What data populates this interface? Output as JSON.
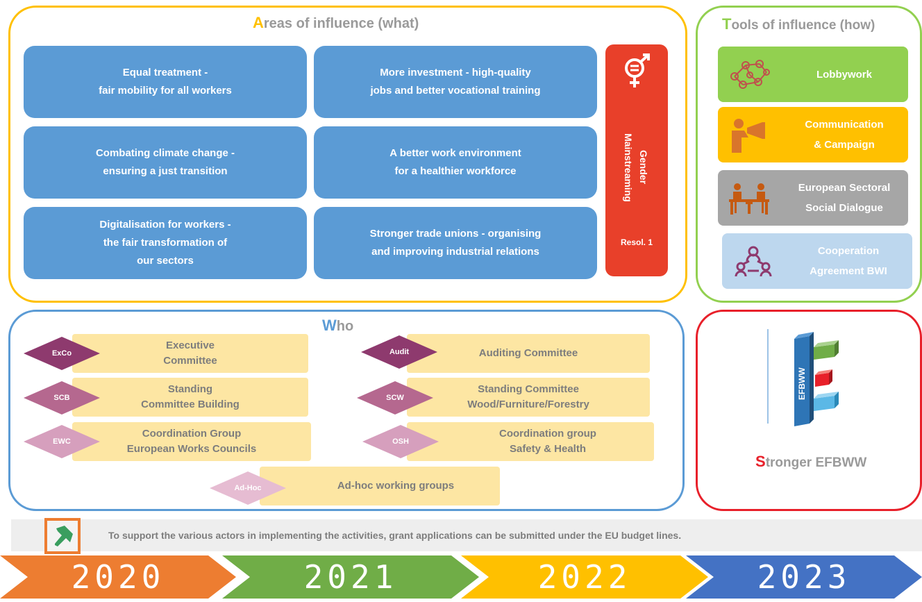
{
  "areas": {
    "title_first": "A",
    "title_rest": "reas of influence (what)",
    "boxes": [
      {
        "text": "Equal treatment -\nfair mobility for all workers"
      },
      {
        "text": "More investment - high-quality\njobs and better vocational training"
      },
      {
        "text": "Combating climate change -\nensuring a just transition"
      },
      {
        "text": "A better work environment\nfor a healthier workforce"
      },
      {
        "text": "Digitalisation for workers -\nthe fair transformation of\nour sectors"
      },
      {
        "text": "Stronger trade unions - organising\nand improving industrial relations"
      }
    ],
    "gender": {
      "label": "Gender Mainstreaming",
      "resol": "Resol. 1",
      "icon": "gender-equality-icon"
    }
  },
  "tools": {
    "title_first": "T",
    "title_rest": "ools of influence (how)",
    "items": [
      {
        "label": "Lobbywork",
        "icon": "network-icon",
        "color": "#92d050"
      },
      {
        "label": "Communication\n& Campaign",
        "icon": "megaphone-icon",
        "color": "#ffc000"
      },
      {
        "label": "European  Sectoral\nSocial Dialogue",
        "icon": "dialogue-table-icon",
        "color": "#a6a6a6"
      },
      {
        "label": "Cooperation\nAgreement BWI",
        "icon": "cooperation-people-icon",
        "color": "#bdd7ee"
      }
    ]
  },
  "who": {
    "title_first": "W",
    "title_rest": "ho",
    "groups": [
      {
        "abbr": "ExCo",
        "name": "Executive\nCommittee",
        "color": "#8e3a6e"
      },
      {
        "abbr": "Audit",
        "name": "Auditing Committee",
        "color": "#8e3a6e"
      },
      {
        "abbr": "SCB",
        "name": "Standing\nCommittee Building",
        "color": "#b5688f"
      },
      {
        "abbr": "SCW",
        "name": "Standing Committee\nWood/Furniture/Forestry",
        "color": "#b5688f"
      },
      {
        "abbr": "EWC",
        "name": "Coordination Group\nEuropean Works Councils",
        "color": "#d69fbd"
      },
      {
        "abbr": "OSH",
        "name": "Coordination group\nSafety & Health",
        "color": "#d69fbd"
      },
      {
        "abbr": "Ad-Hoc",
        "name": "Ad-hoc working groups",
        "color": "#e6bcd2"
      }
    ]
  },
  "stronger": {
    "title_first": "S",
    "title_rest": "tronger EFBWW",
    "logo_text": "EFBWW"
  },
  "note": {
    "text": "To support the various actors in implementing the activities, grant applications can be submitted under the EU budget lines.",
    "icon": "pin-icon"
  },
  "timeline": [
    {
      "year": "2020",
      "color": "#ed7d31"
    },
    {
      "year": "2021",
      "color": "#70ad47"
    },
    {
      "year": "2022",
      "color": "#ffc000"
    },
    {
      "year": "2023",
      "color": "#4472c4"
    }
  ]
}
